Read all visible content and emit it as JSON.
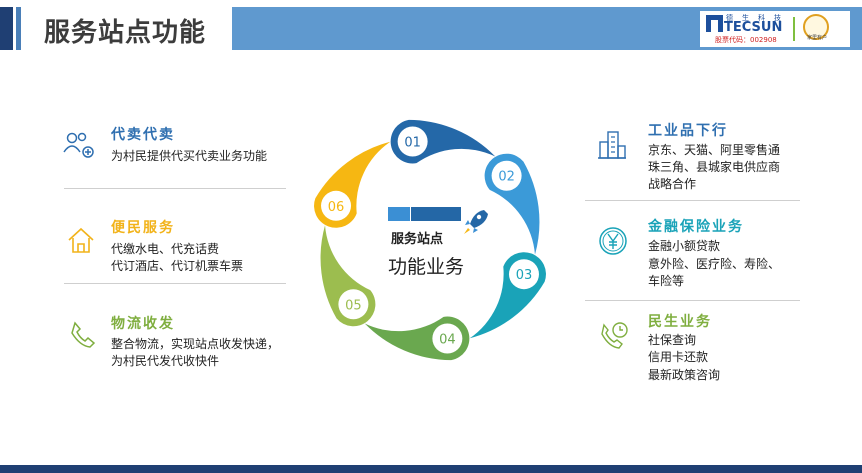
{
  "header": {
    "title": "服务站点功能",
    "logo": {
      "chinese": "德生科技",
      "name": "TECSUN",
      "stock_code": "股票代码：002908",
      "seal_text": "家里有户"
    }
  },
  "center": {
    "line1": "服务站点",
    "line2": "功能业务"
  },
  "petals": [
    {
      "num": "01",
      "color": "#2468a8"
    },
    {
      "num": "02",
      "color": "#3b9ad8"
    },
    {
      "num": "03",
      "color": "#1aa3b8"
    },
    {
      "num": "04",
      "color": "#6aa84f"
    },
    {
      "num": "05",
      "color": "#9cbd4f"
    },
    {
      "num": "06",
      "color": "#f6b712"
    }
  ],
  "left_items": [
    {
      "title": "代卖代卖",
      "color": "#2f6fb0",
      "icon": "users-add-icon",
      "lines": [
        "为村民提供代买代卖业务功能"
      ]
    },
    {
      "title": "便民服务",
      "color": "#f2b31a",
      "icon": "home-icon",
      "lines": [
        "代缴水电、代充话费",
        "代订酒店、代订机票车票"
      ]
    },
    {
      "title": "物流收发",
      "color": "#7fae3f",
      "icon": "phone-icon",
      "lines": [
        "整合物流，实现站点收发快递，",
        "为村民代发代收快件"
      ]
    }
  ],
  "right_items": [
    {
      "title": "工业品下行",
      "color": "#2f6fb0",
      "icon": "buildings-icon",
      "lines": [
        "京东、天猫、阿里零售通",
        "珠三角、县城家电供应商",
        "战略合作"
      ]
    },
    {
      "title": "金融保险业务",
      "color": "#1aa3b8",
      "icon": "yen-coin-icon",
      "lines": [
        "金融小额贷款",
        "意外险、医疗险、寿险、",
        "车险等"
      ]
    },
    {
      "title": "民生业务",
      "color": "#7fae3f",
      "icon": "phone-clock-icon",
      "lines": [
        "社保查询",
        "信用卡还款",
        "最新政策咨询"
      ]
    }
  ]
}
